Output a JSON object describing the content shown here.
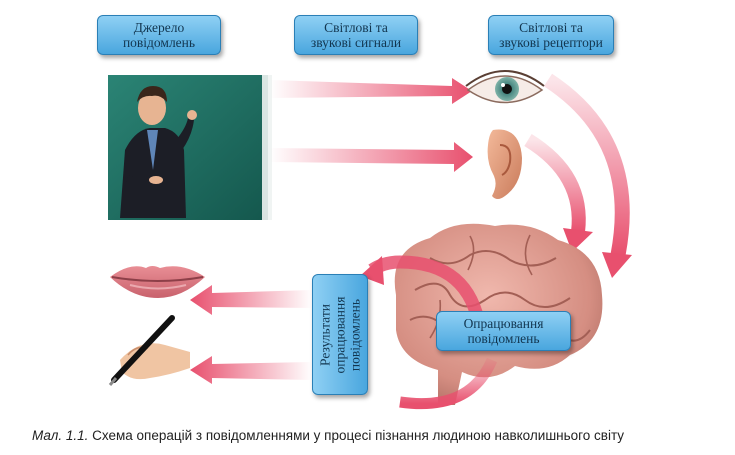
{
  "labels": {
    "source": [
      "Джерело",
      "повідомлень"
    ],
    "signals": [
      "Світлові та",
      "звукові сигнали"
    ],
    "receptors": [
      "Світлові та",
      "звукові рецептори"
    ],
    "processing": [
      "Опрацювання",
      "повідомлень"
    ],
    "results": [
      "Результати",
      "опрацювання",
      "повідомлень"
    ]
  },
  "caption": {
    "prefix": "Мал. 1.1.",
    "text": " Схема операцій з повідомленнями у процесі пізнання людиною навколишнього світу"
  },
  "colors": {
    "arrow": "#e8506e",
    "box_top": "#8fd0f4",
    "box_bottom": "#49a6de",
    "board": "#1f6f63",
    "brain": "#d9968a"
  },
  "icons": [
    "teacher-at-blackboard-image",
    "eye-icon",
    "ear-icon",
    "brain-icon",
    "lips-icon",
    "hand-writing-icon"
  ]
}
